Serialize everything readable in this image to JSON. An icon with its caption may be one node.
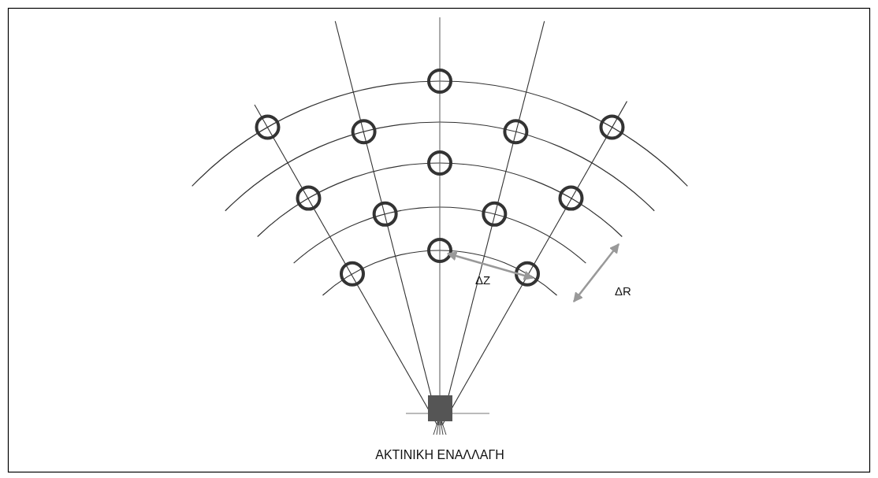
{
  "diagram": {
    "caption": "ΑΚΤΙΝΙΚΗ ΕΝΑΛΛΑΓΗ",
    "labels": [
      "ΔZ",
      "ΔR"
    ]
  }
}
